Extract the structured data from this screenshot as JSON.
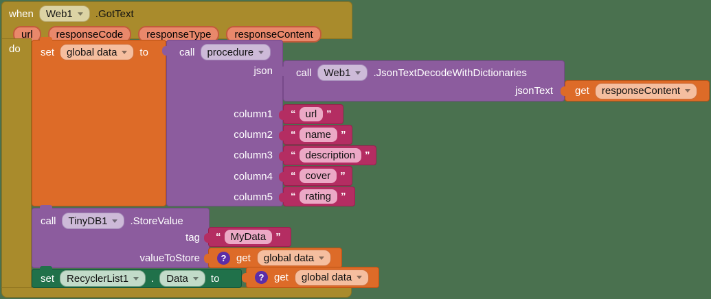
{
  "colors": {
    "canvas_green": "#4A714F",
    "event_mustard": "#A98B2C",
    "variable_orange": "#DD6B28",
    "procedure_purple": "#8C5C9E",
    "text_magenta": "#B42D62",
    "component_green": "#20714A",
    "warning_badge": "#5B2DA8"
  },
  "when_event": {
    "keyword": "when",
    "component": "Web1",
    "event": ".GotText",
    "params": [
      "url",
      "responseCode",
      "responseType",
      "responseContent"
    ],
    "do_label": "do"
  },
  "set_global": {
    "keyword_set": "set",
    "variable": "global data",
    "keyword_to": "to"
  },
  "procedure_call": {
    "keyword_call": "call",
    "procedure": "procedure",
    "args": [
      "json",
      "column1",
      "column2",
      "column3",
      "column4",
      "column5"
    ]
  },
  "json_decode": {
    "keyword_call": "call",
    "component": "Web1",
    "method": ".JsonTextDecodeWithDictionaries",
    "param": "jsonText"
  },
  "get_response_content": {
    "keyword_get": "get",
    "variable": "responseContent"
  },
  "texts": {
    "open_quote": "“",
    "close_quote": "”",
    "column1": "url",
    "column2": "name",
    "column3": "description",
    "column4": "cover",
    "column5": "rating",
    "tag": "MyData"
  },
  "tinydb_call": {
    "keyword_call": "call",
    "component": "TinyDB1",
    "method": ".StoreValue",
    "param_tag": "tag",
    "param_value": "valueToStore"
  },
  "get_global_1": {
    "help": "?",
    "keyword_get": "get",
    "variable": "global data"
  },
  "set_recycler": {
    "keyword_set": "set",
    "component": "RecyclerList1",
    "dot": ".",
    "property": "Data",
    "keyword_to": "to"
  },
  "get_global_2": {
    "help": "?",
    "keyword_get": "get",
    "variable": "global data"
  }
}
